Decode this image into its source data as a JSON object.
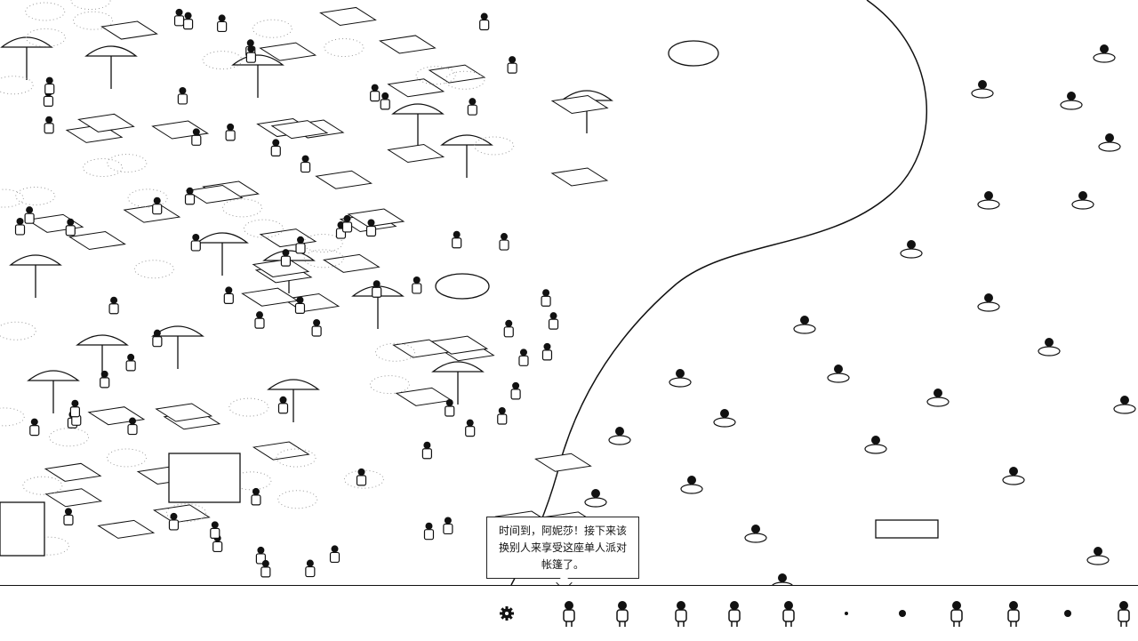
{
  "dialog": {
    "speech_text": "时间到，阿妮莎！接下来该换别人来享受这座单人派对帐篷了。"
  },
  "toolbar": {
    "settings_icon": "gear-icon",
    "targets": [
      {
        "name": "target-woman-arms-out"
      },
      {
        "name": "target-lying-person"
      },
      {
        "name": "target-person-with-backpack"
      },
      {
        "name": "target-hooded-person"
      },
      {
        "name": "target-bunny-costume"
      },
      {
        "name": "target-small-dot"
      },
      {
        "name": "target-sunglasses"
      },
      {
        "name": "target-swimmer-head"
      },
      {
        "name": "target-person-waving"
      },
      {
        "name": "target-trophy"
      },
      {
        "name": "target-sitting-person"
      }
    ]
  },
  "colors": {
    "ink": "#111111",
    "paper": "#ffffff"
  }
}
